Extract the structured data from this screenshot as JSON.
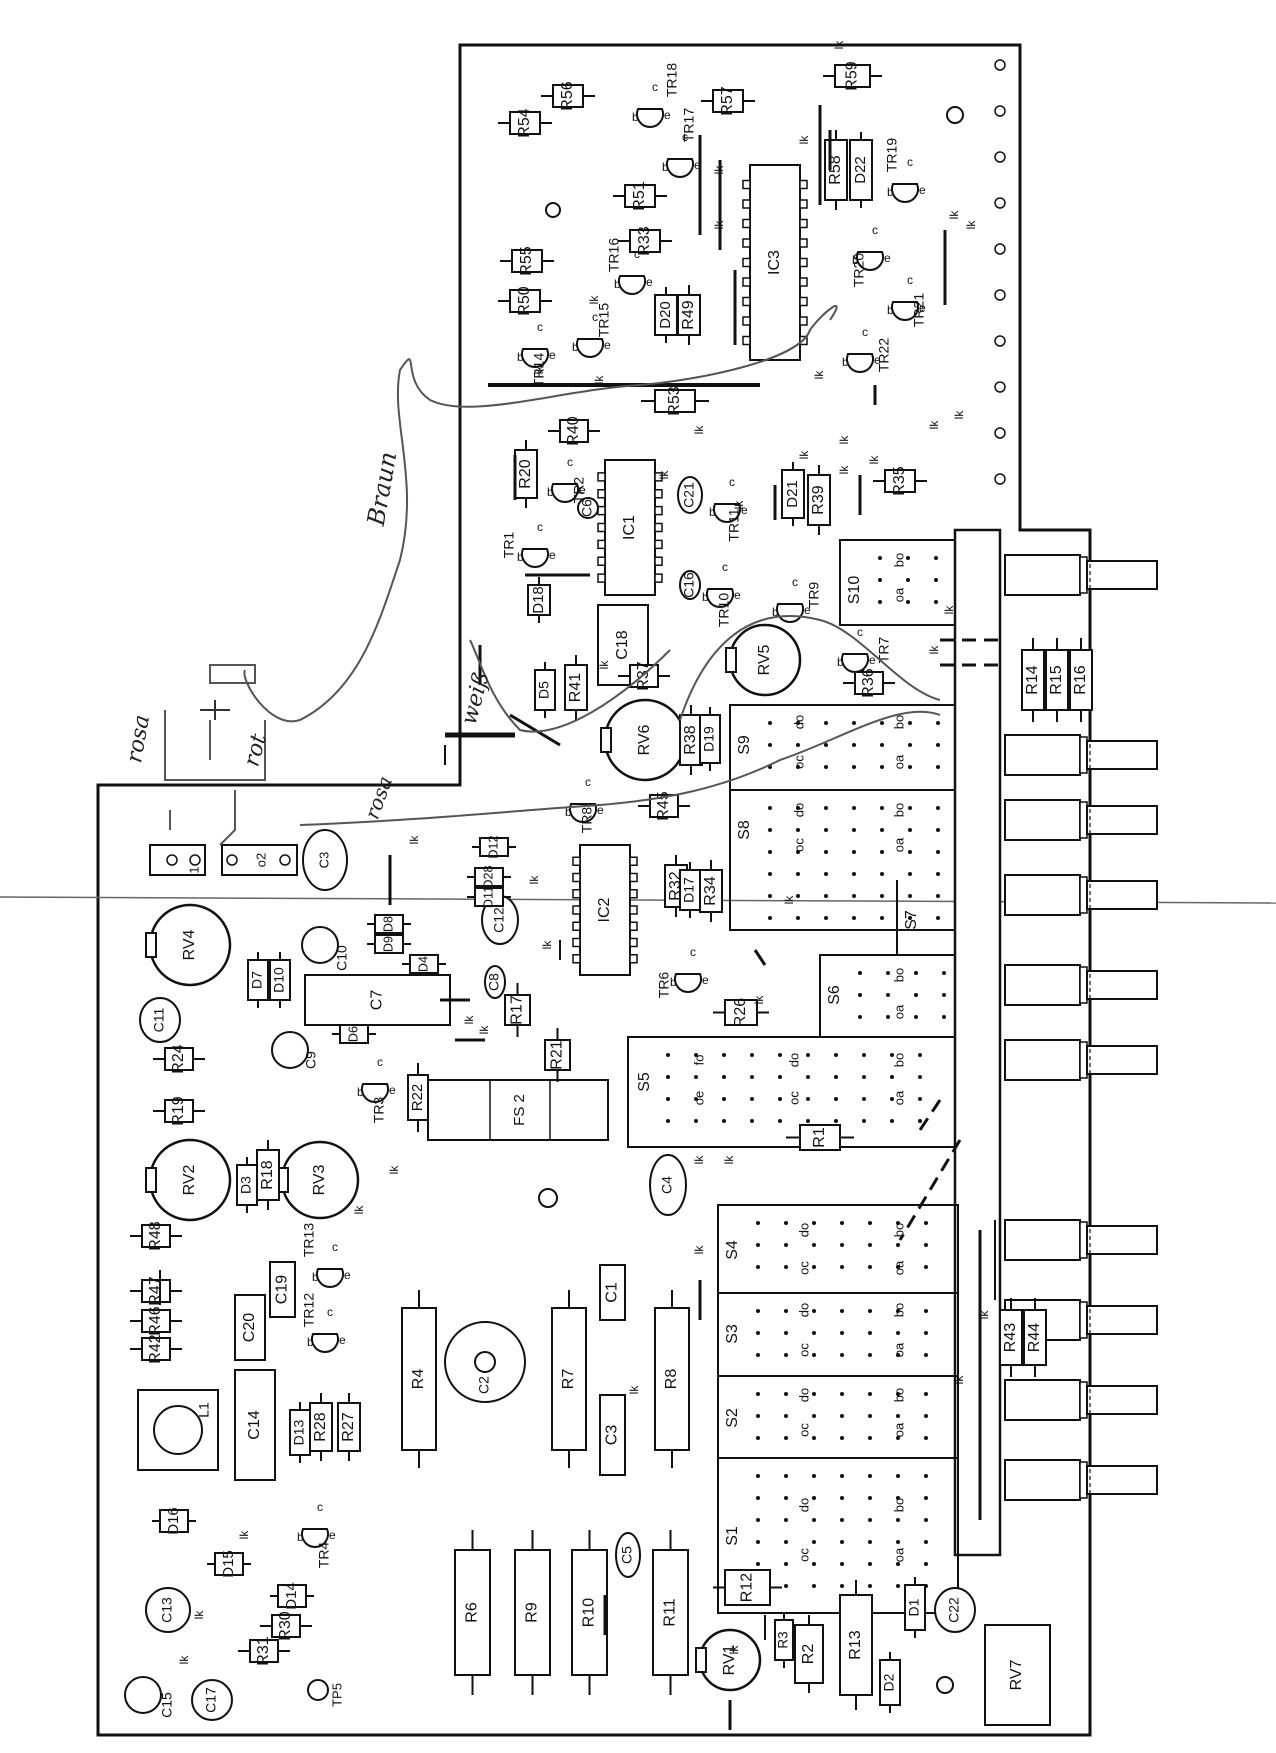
{
  "board": {
    "ics": [
      "IC1",
      "IC2",
      "IC3"
    ],
    "pots": [
      "RV1",
      "RV2",
      "RV3",
      "RV4",
      "RV5",
      "RV6",
      "RV7"
    ],
    "switches": [
      "S1",
      "S2",
      "S3",
      "S4",
      "S5",
      "S6",
      "S7",
      "S8",
      "S9",
      "S10"
    ],
    "switch_contacts": [
      "do",
      "oc",
      "oa",
      "bo",
      "fo",
      "oe"
    ],
    "fuse": "FS 2",
    "coil": "L1",
    "test_point": "TP5",
    "link_mark": "lk",
    "resistors": [
      "R1",
      "R2",
      "R3",
      "R4",
      "R6",
      "R7",
      "R8",
      "R9",
      "R10",
      "R11",
      "R12",
      "R13",
      "R14",
      "R15",
      "R16",
      "R17",
      "R18",
      "R19",
      "R20",
      "R21",
      "R22",
      "R24",
      "R26",
      "R27",
      "R28",
      "R30",
      "R31",
      "R32",
      "R33",
      "R34",
      "R35",
      "R36",
      "R37",
      "R38",
      "R39",
      "R40",
      "R41",
      "R42",
      "R43",
      "R44",
      "R45",
      "R46",
      "R47",
      "R48",
      "R49",
      "R50",
      "R51",
      "R53",
      "R54",
      "R55",
      "R56",
      "R57",
      "R58",
      "R59"
    ],
    "capacitors": [
      "C1",
      "C2",
      "C3",
      "C4",
      "C5",
      "C6",
      "C7",
      "C8",
      "C9",
      "C10",
      "C11",
      "C12",
      "C13",
      "C14",
      "C15",
      "C16",
      "C17",
      "C18",
      "C19",
      "C20",
      "C21",
      "C22"
    ],
    "diodes": [
      "D1",
      "D2",
      "D3",
      "D4",
      "D5",
      "D6",
      "D7",
      "D8",
      "D9",
      "D10",
      "D11",
      "D12",
      "D13",
      "D14",
      "D15",
      "D16",
      "D17",
      "D18",
      "D19",
      "D20",
      "D21",
      "D22",
      "D28"
    ],
    "transistors": [
      "TR1",
      "TR2",
      "TR3",
      "TR4",
      "TR6",
      "TR7",
      "TR8",
      "TR9",
      "TR10",
      "TR11",
      "TR12",
      "TR13",
      "TR14",
      "TR15",
      "TR16",
      "TR17",
      "TR18",
      "TR19",
      "TR20",
      "TR21",
      "TR22"
    ],
    "terminals": [
      "1",
      "o2",
      "C3"
    ]
  },
  "handwritten": {
    "wire_brown": "Braun",
    "wire_white": "weiß",
    "wire_pink_1": "rosa",
    "wire_red": "rot",
    "wire_pink_2": "rosa"
  }
}
